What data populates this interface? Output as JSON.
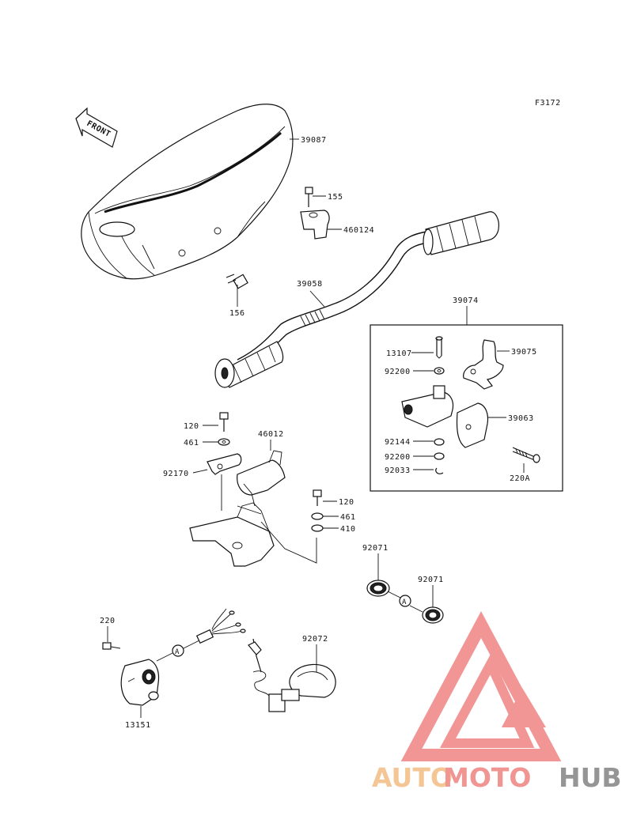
{
  "figure_code": "F3172",
  "front_label": "FRONT",
  "callouts": [
    {
      "id": "39087"
    },
    {
      "id": "155"
    },
    {
      "id": "460124"
    },
    {
      "id": "156"
    },
    {
      "id": "39058"
    },
    {
      "id": "39074"
    },
    {
      "id": "13107"
    },
    {
      "id": "39075"
    },
    {
      "id": "92200"
    },
    {
      "id": "39063"
    },
    {
      "id": "92144"
    },
    {
      "id": "92200"
    },
    {
      "id": "92033"
    },
    {
      "id": "220A"
    },
    {
      "id": "120"
    },
    {
      "id": "461"
    },
    {
      "id": "46012"
    },
    {
      "id": "92170"
    },
    {
      "id": "120"
    },
    {
      "id": "461"
    },
    {
      "id": "410"
    },
    {
      "id": "92071"
    },
    {
      "id": "92071"
    },
    {
      "id": "220"
    },
    {
      "id": "92072"
    },
    {
      "id": "13151"
    }
  ],
  "reference_marks": [
    "A",
    "A"
  ],
  "watermark": {
    "part1": "AUTO",
    "part2": "MOTO",
    "part3": "HUB",
    "colors": {
      "auto": "#f5c08a",
      "moto": "#ef8a86",
      "hub": "#8a8a8a",
      "triangle": "#f08a8a"
    }
  }
}
